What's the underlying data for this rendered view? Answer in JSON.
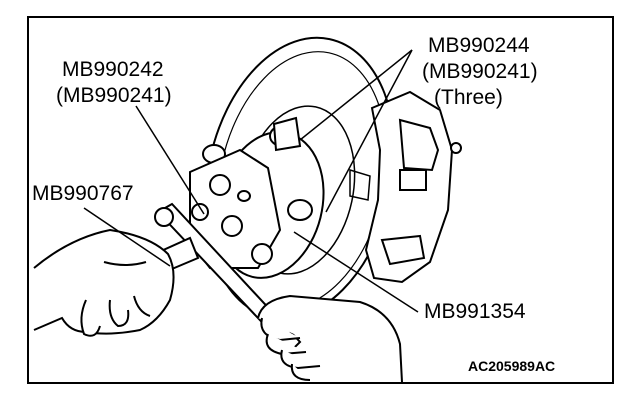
{
  "labels": {
    "tool_a_line1": "MB990242",
    "tool_a_line2": "(MB990241)",
    "tool_b_line1": "MB990244",
    "tool_b_line2": "(MB990241)",
    "tool_b_line3": "(Three)",
    "tool_c": "MB990767",
    "tool_d": "MB991354"
  },
  "figure_code": "AC205989AC",
  "colors": {
    "ink": "#000000",
    "paper": "#ffffff"
  }
}
